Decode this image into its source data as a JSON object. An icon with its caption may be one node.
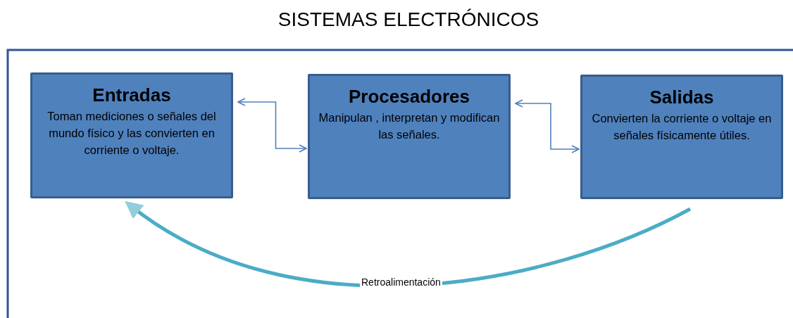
{
  "diagram": {
    "title": "SISTEMAS ELECTRÓNICOS",
    "nodes": [
      {
        "text": [
          "Entradas",
          "Toman mediciones o señales del mundo físico y las convierten en corriente o voltaje."
        ]
      },
      {
        "text": [
          "Procesadores",
          "Manipulan , interpretan y modifican las señales."
        ]
      },
      {
        "text": [
          "Salidas",
          "Convierten la corriente o voltaje en señales físicamente útiles."
        ]
      }
    ],
    "edges": [
      {
        "from": 0,
        "to": 1,
        "arrow": "both"
      },
      {
        "from": 1,
        "to": 2,
        "arrow": "both"
      },
      {
        "from": 2,
        "to": 0,
        "arrow": "to",
        "label": "Retroalimentación",
        "style": "thick",
        "color": "#4bacc6"
      }
    ]
  }
}
